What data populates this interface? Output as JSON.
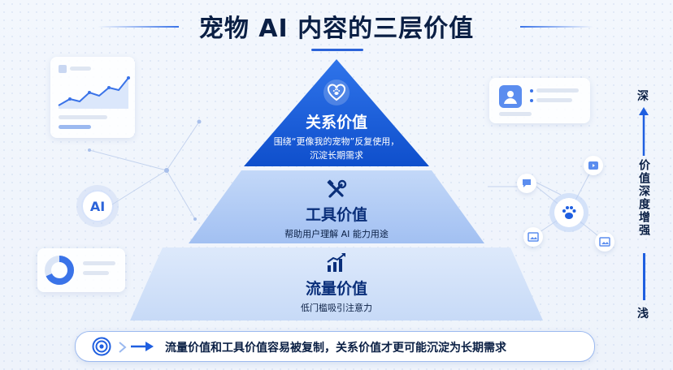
{
  "title": "宠物 AI 内容的三层价值",
  "levels": [
    {
      "title": "关系价值",
      "desc_line1": "围绕“更像我的宠物”反复使用，",
      "desc_line2": "沉淀长期需求",
      "icon": "heart-paw-icon"
    },
    {
      "title": "工具价值",
      "desc": "帮助用户理解 AI 能力用途",
      "icon": "tools-icon"
    },
    {
      "title": "流量价值",
      "desc": "低门槛吸引注意力",
      "icon": "growth-chart-icon"
    }
  ],
  "axis": {
    "top_label": "深",
    "middle_label": "价值深度增强",
    "bottom_label": "浅"
  },
  "ai_badge": "AI",
  "bottom_message": "流量价值和工具价值容易被复制，关系价值才更可能沉淀为长期需求",
  "colors": {
    "top": "#1459d6",
    "middle": "#a9c7f5",
    "bottom": "#cfe0fa",
    "accent": "#2b63d9"
  }
}
